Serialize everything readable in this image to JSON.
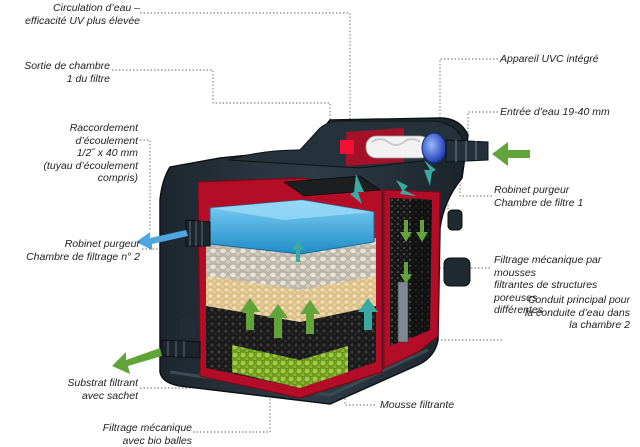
{
  "labels": {
    "uv_circulation": "Circulation d’eau –\nefficacité UV plus élevée",
    "outlet_chamber1": "Sortie de chambre\n1 du filtre",
    "outlet_connection": "Raccordement\nd’écoulement\n1/2˝ x 40 mm\n(tuyau d’écoulement\ncompris)",
    "purge_chamber2": "Robinet purgeur\nChambre de filtrage n° 2",
    "substrate": "Substrat filtrant\navec sachet",
    "bioballs": "Filtrage mécanique\navec bio balles",
    "filter_foam": "Mousse filtrante",
    "uvc_device": "Appareil UVC intégré",
    "water_inlet": "Entrée d’eau 19-40 mm",
    "purge_chamber1": "Robinet purgeur\nChambre de filtre 1",
    "mechanical_foams": "Filtrage mécanique par mousses\nfiltrantes de structures poreuses\ndifférentes",
    "main_conduit": "Conduit principal pour\nla conduite d’eau dans\nla chambre 2"
  },
  "colors": {
    "housing": "#2a3640",
    "housing_dark": "#151c22",
    "cutaway": "#c8102e",
    "foam_blue": "#2e9fd6",
    "stones": "#d9d4c8",
    "sand": "#e5cfa0",
    "bio_green": "#8ab82f",
    "black_foam": "#1e1e1e",
    "arrow_teal": "#3aa9a0",
    "arrow_green": "#62a33a",
    "arrow_blue": "#4fa7e0",
    "uv_tube": "#f1f1f1",
    "leader": "#555555"
  }
}
